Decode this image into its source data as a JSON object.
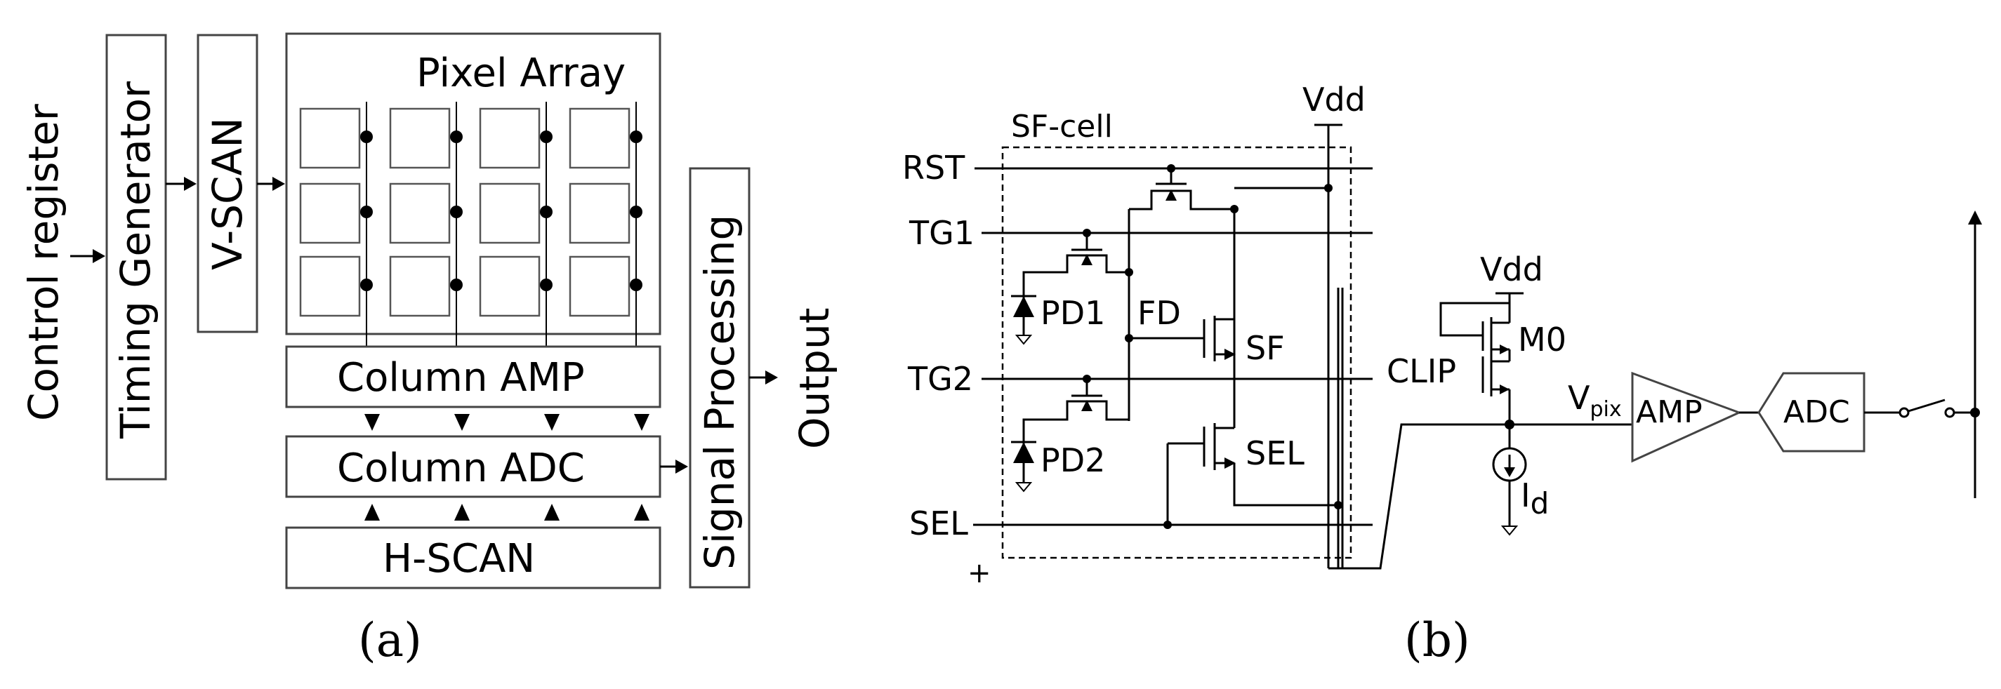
{
  "panel_a": {
    "control_register": "Control register",
    "timing_generator": "Timing Generator",
    "v_scan": "V-SCAN",
    "pixel_array": "Pixel Array",
    "column_amp": "Column AMP",
    "column_adc": "Column ADC",
    "h_scan": "H-SCAN",
    "signal_processing": "Signal Processing",
    "output": "Output",
    "caption": "(a)"
  },
  "panel_b": {
    "sf_cell": "SF-cell",
    "vdd_top": "Vdd",
    "rst": "RST",
    "tg1": "TG1",
    "tg2": "TG2",
    "sel": "SEL",
    "pd1": "PD1",
    "pd2": "PD2",
    "fd": "FD",
    "sf": "SF",
    "sel_transistor": "SEL",
    "vdd_clip": "Vdd",
    "m0": "M0",
    "clip": "CLIP",
    "vpix_main": "V",
    "vpix_sub": "pix",
    "id_main": "I",
    "id_sub": "d",
    "amp": "AMP",
    "adc": "ADC",
    "caption": "(b)"
  }
}
